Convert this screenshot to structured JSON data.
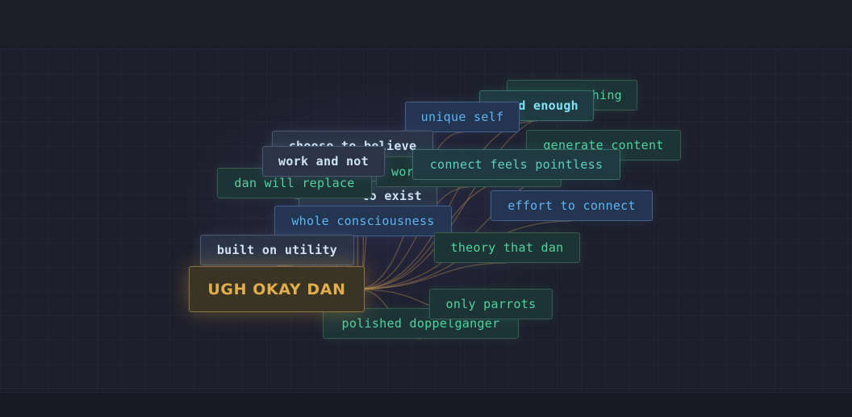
{
  "graph": {
    "central": {
      "label": "UGH OKAY DAN",
      "color": "#e2ad4c"
    },
    "nodes": [
      {
        "id": "n1",
        "label": "thing"
      },
      {
        "id": "n2",
        "label": "d enough"
      },
      {
        "id": "n3",
        "label": "unique self"
      },
      {
        "id": "n4",
        "label": "generate content"
      },
      {
        "id": "n5",
        "label": "choose to believe"
      },
      {
        "id": "n6",
        "label": "wor"
      },
      {
        "id": "n7",
        "label": "connect feels pointless"
      },
      {
        "id": "n8",
        "label": "work and not"
      },
      {
        "id": "n9",
        "label": "dan will replace"
      },
      {
        "id": "n10",
        "label": "to exist"
      },
      {
        "id": "n11",
        "label": "effort to connect"
      },
      {
        "id": "n12",
        "label": "whole consciousness"
      },
      {
        "id": "n13",
        "label": "built on utility"
      },
      {
        "id": "n14",
        "label": "theory that dan"
      },
      {
        "id": "n15",
        "label": "polished doppelganger"
      },
      {
        "id": "n16",
        "label": "only parrots"
      }
    ],
    "edge_color": "#b08a55"
  }
}
